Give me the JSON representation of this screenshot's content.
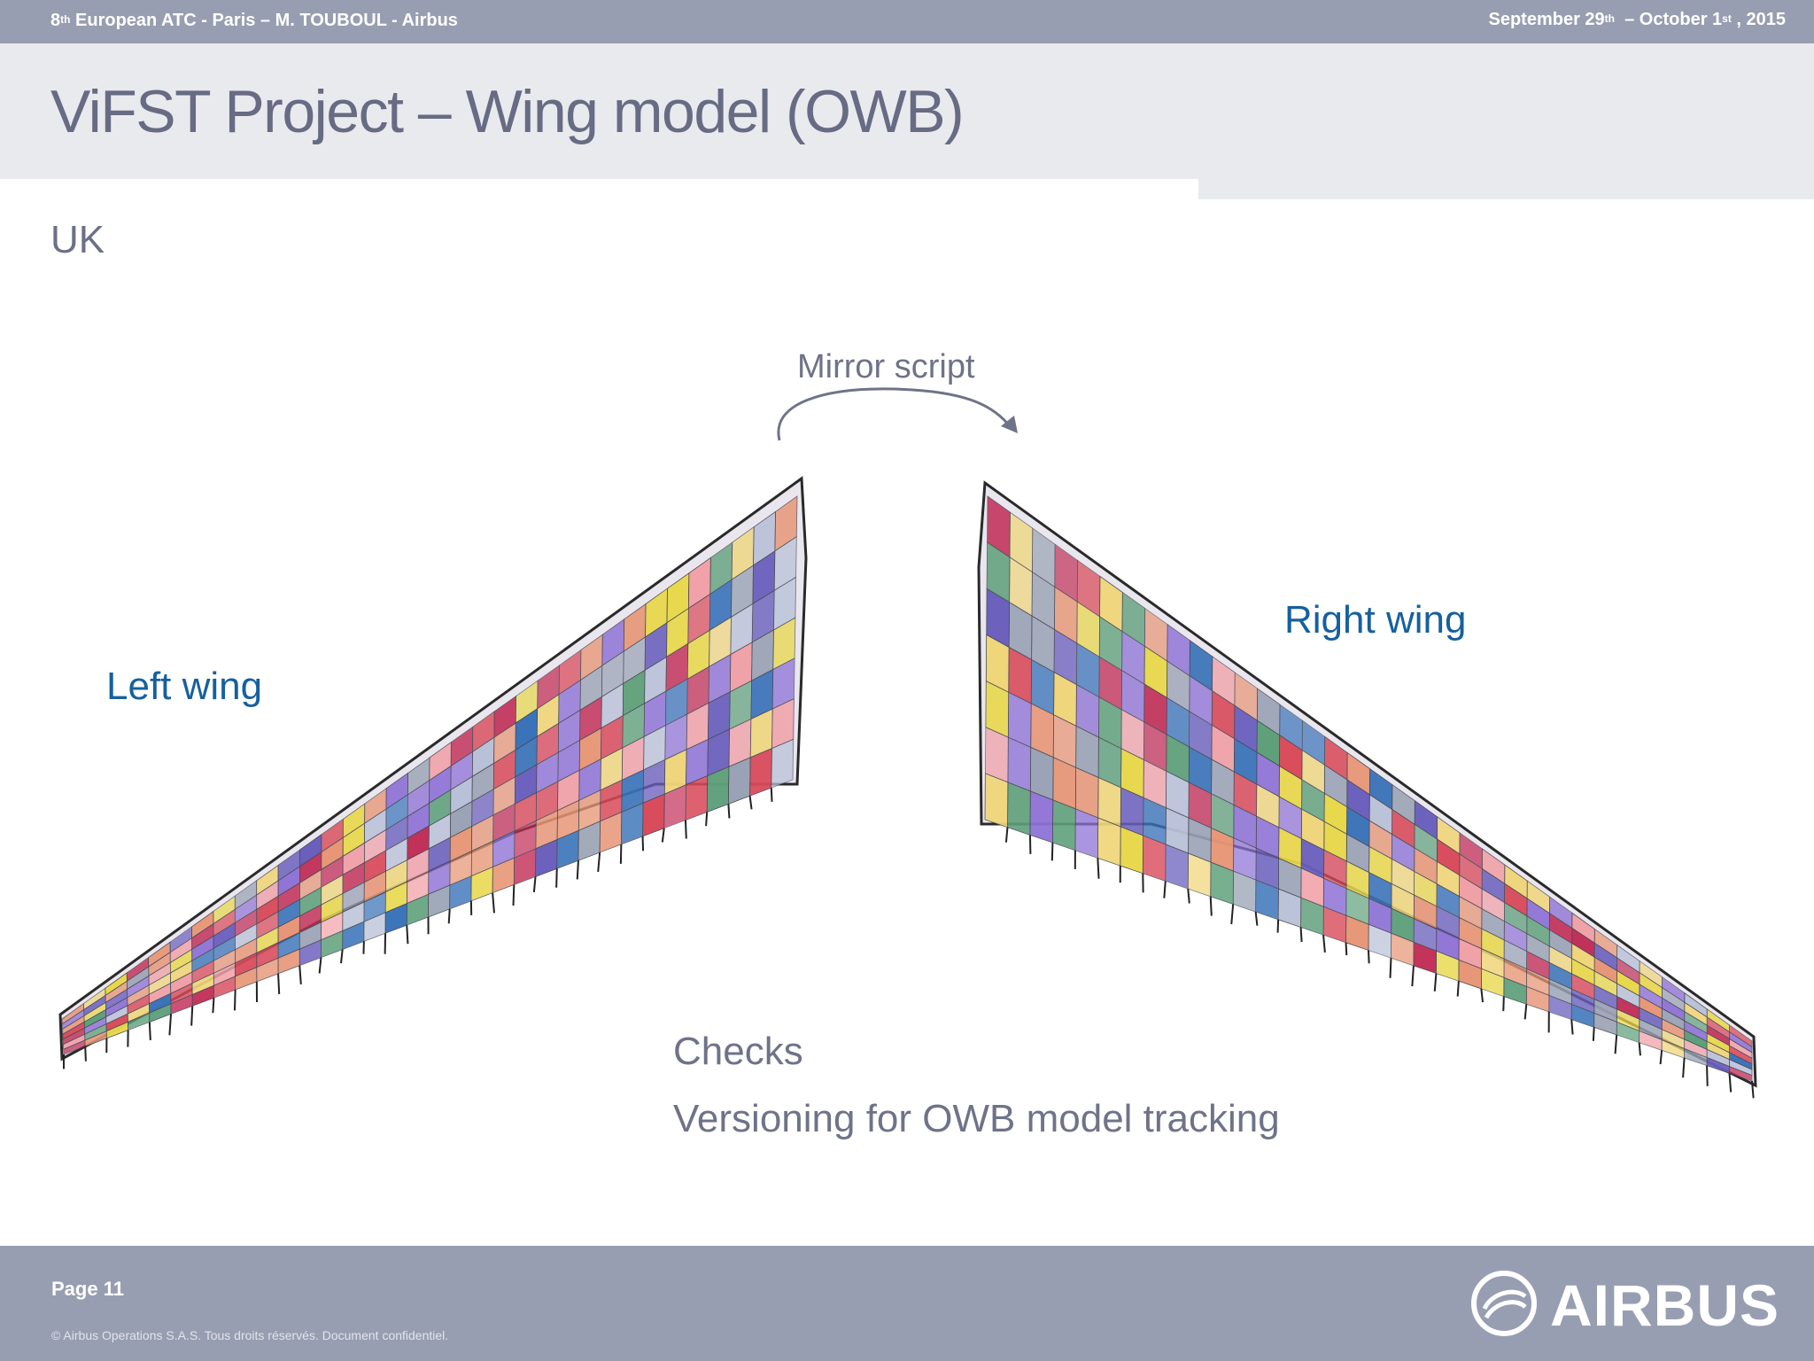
{
  "header": {
    "event_prefix": "8",
    "event_prefix_sup": "th",
    "event_rest": " European ATC - Paris – M. TOUBOUL - Airbus",
    "date_a": "September 29",
    "date_a_sup": "th",
    "date_b": "  – October 1",
    "date_b_sup": "st",
    "date_c": " , 2015"
  },
  "slide": {
    "title": "ViFST Project – Wing model (OWB)",
    "subtitle": "UK",
    "left_label": "Left wing",
    "right_label": "Right wing",
    "mirror_label": "Mirror script",
    "bullets": [
      "Checks",
      "Versioning for OWB model tracking"
    ]
  },
  "footer": {
    "page": "Page 11",
    "copyright": "© Airbus Operations S.A.S. Tous droits réservés. Document confidentiel.",
    "brand": "AIRBUS"
  },
  "colors": {
    "band": "#979eb1",
    "accent_blue": "#16609f",
    "panel_palette": [
      "#d94a5a",
      "#8e72d6",
      "#e8d84a",
      "#f1a1a8",
      "#b9c1d8",
      "#e79676",
      "#6a5fbd",
      "#c22f58",
      "#f0d67a",
      "#9aa3b5",
      "#3a73b9",
      "#5ea07a"
    ]
  }
}
